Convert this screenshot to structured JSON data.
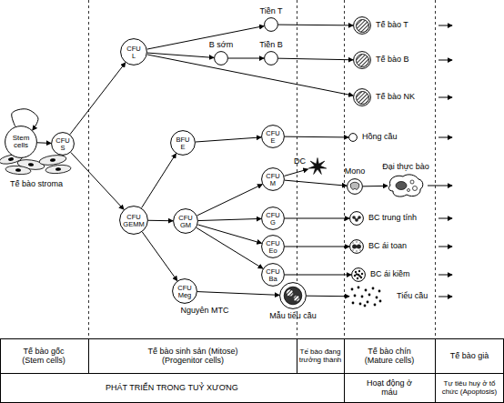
{
  "diagram": {
    "nodes": [
      {
        "text": [
          "Stem cells"
        ]
      },
      {
        "text": [
          "Tế bào stroma"
        ]
      },
      {
        "text": [
          "CFU S"
        ]
      },
      {
        "text": [
          "CFU L"
        ]
      },
      {
        "text": [
          "Tiền T"
        ]
      },
      {
        "text": [
          "B sớm"
        ]
      },
      {
        "text": [
          "Tiền B"
        ]
      },
      {
        "text": [
          "Tế bào T"
        ]
      },
      {
        "text": [
          "Tế bào B"
        ]
      },
      {
        "text": [
          "Tế bào NK"
        ]
      },
      {
        "text": [
          "CFU GEMM"
        ]
      },
      {
        "text": [
          "BFU E"
        ]
      },
      {
        "text": [
          "CFU E"
        ]
      },
      {
        "text": [
          "Hồng cầu"
        ]
      },
      {
        "text": [
          "CFU GM"
        ]
      },
      {
        "text": [
          "CFU M"
        ]
      },
      {
        "text": [
          "DC"
        ]
      },
      {
        "text": [
          "Mono"
        ]
      },
      {
        "text": [
          "Đại thực bào"
        ]
      },
      {
        "text": [
          "CFU G"
        ]
      },
      {
        "text": [
          "BC trung tính"
        ]
      },
      {
        "text": [
          "CFU Eo"
        ]
      },
      {
        "text": [
          "BC ái toan"
        ]
      },
      {
        "text": [
          "CFU Ba"
        ]
      },
      {
        "text": [
          "BC ái kiềm"
        ]
      },
      {
        "text": [
          "CFU Meg",
          "Nguyên MTC"
        ]
      },
      {
        "text": [
          "Mẫu tiểu cầu"
        ]
      },
      {
        "text": [
          "Tiểu cầu"
        ]
      }
    ],
    "edges": [
      {
        "from": 0,
        "to": 0,
        "arrow": "to"
      },
      {
        "from": 0,
        "to": 2,
        "arrow": "to"
      },
      {
        "from": 2,
        "to": 3,
        "arrow": "to"
      },
      {
        "from": 2,
        "to": 10,
        "arrow": "to"
      },
      {
        "from": 3,
        "to": 4,
        "arrow": "to"
      },
      {
        "from": 3,
        "to": 5,
        "arrow": "to"
      },
      {
        "from": 3,
        "to": 9,
        "arrow": "to"
      },
      {
        "from": 5,
        "to": 6,
        "arrow": "to"
      },
      {
        "from": 4,
        "to": 7,
        "arrow": "to"
      },
      {
        "from": 6,
        "to": 8,
        "arrow": "to"
      },
      {
        "from": 10,
        "to": 11,
        "arrow": "to"
      },
      {
        "from": 11,
        "to": 12,
        "arrow": "to"
      },
      {
        "from": 12,
        "to": 13,
        "arrow": "to"
      },
      {
        "from": 10,
        "to": 14,
        "arrow": "to"
      },
      {
        "from": 10,
        "to": 25,
        "arrow": "to"
      },
      {
        "from": 14,
        "to": 15,
        "arrow": "to"
      },
      {
        "from": 14,
        "to": 19,
        "arrow": "to"
      },
      {
        "from": 14,
        "to": 21,
        "arrow": "to"
      },
      {
        "from": 14,
        "to": 23,
        "arrow": "to"
      },
      {
        "from": 15,
        "to": 16,
        "arrow": "to"
      },
      {
        "from": 15,
        "to": 17,
        "arrow": "to"
      },
      {
        "from": 17,
        "to": 18,
        "arrow": "to"
      },
      {
        "from": 19,
        "to": 20,
        "arrow": "to"
      },
      {
        "from": 21,
        "to": 22,
        "arrow": "to"
      },
      {
        "from": 23,
        "to": 24,
        "arrow": "to"
      },
      {
        "from": 25,
        "to": 26,
        "arrow": "to"
      },
      {
        "from": 26,
        "to": 27,
        "arrow": "to"
      }
    ],
    "labels": [
      "Tế bào gốc (Stem cells)",
      "Tế bào sinh sản (Mitose) (Progenitor cells)",
      "Tế bào đang trưởng thành",
      "Tế bào chín (Mature cells)",
      "Tế bào già",
      "PHÁT TRIỂN TRONG TUỶ XƯƠNG",
      "Hoạt động ở máu",
      "Tự tiêu huỷ ở tổ chức (Apoptosis)"
    ]
  }
}
